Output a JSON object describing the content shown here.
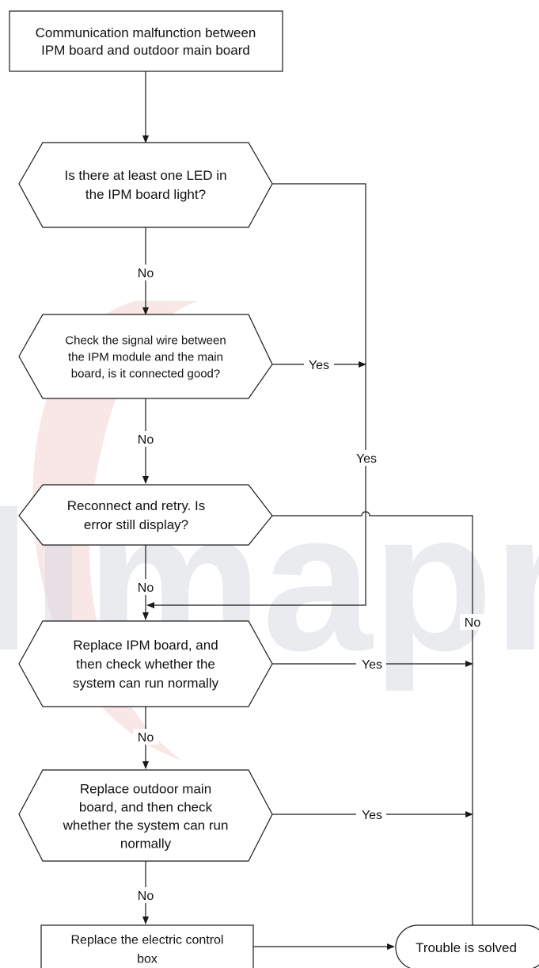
{
  "watermark": {
    "text": "limaproye",
    "color_text": "#d9dbe3",
    "color_swirl": "#f6dcdc"
  },
  "nodes": {
    "start": {
      "lines": [
        "Communication malfunction between",
        "IPM board and outdoor main board"
      ]
    },
    "q_led": {
      "lines": [
        "Is there at least one LED in",
        "the IPM board light?"
      ]
    },
    "q_wire": {
      "lines": [
        "Check the signal wire between",
        "the IPM module and the main",
        "board, is it connected good?"
      ]
    },
    "q_retry": {
      "lines": [
        "Reconnect and retry. Is",
        "error still display?"
      ]
    },
    "q_ipm": {
      "lines": [
        "Replace IPM board, and",
        "then check whether the",
        "system can run normally"
      ]
    },
    "q_main": {
      "lines": [
        "Replace outdoor main",
        "board, and then check",
        "whether the system can run",
        "normally"
      ]
    },
    "box": {
      "lines": [
        "Replace the electric control",
        "box"
      ]
    },
    "end": {
      "lines": [
        "Trouble is solved"
      ]
    }
  },
  "edges": {
    "led_no": "No",
    "wire_yes": "Yes",
    "wire_no": "No",
    "led_yes": "Yes",
    "retry_no": "No",
    "retry_yes": "No",
    "ipm_yes": "Yes",
    "ipm_no": "No",
    "main_yes": "Yes",
    "main_no": "No"
  },
  "colors": {
    "line": "#1a1a1a",
    "node_fill": "#ffffff"
  }
}
